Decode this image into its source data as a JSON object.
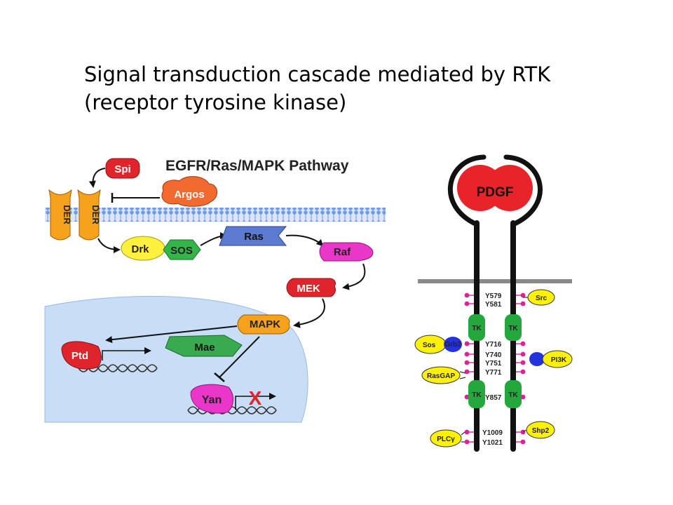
{
  "title": {
    "line1": "Signal transduction cascade mediated by RTK",
    "line2": "(receptor tyrosine kinase)"
  },
  "left_diagram": {
    "heading": "EGFR/Ras/MAPK Pathway",
    "nodes": {
      "spi": "Spi",
      "argos": "Argos",
      "der": "DER",
      "drk": "Drk",
      "sos": "SOS",
      "ras": "Ras",
      "raf": "Raf",
      "mek": "MEK",
      "mapk": "MAPK",
      "mae": "Mae",
      "ptd": "Ptd",
      "yan": "Yan"
    },
    "block_mark": "X",
    "colors": {
      "red": "#e0242b",
      "orange": "#f6a21d",
      "yellow": "#fff13d",
      "green": "#33b54a",
      "blue": "#5a7bd0",
      "magenta": "#ea36c9",
      "nucleus": "#c6dcf5",
      "membrane": "#6e9be6"
    }
  },
  "right_diagram": {
    "ligand": "PDGF",
    "kinase_label": "TK",
    "sites": {
      "y579": "Y579",
      "y581": "Y581",
      "y716": "Y716",
      "y740": "Y740",
      "y751": "Y751",
      "y771": "Y771",
      "y857": "Y857",
      "y1009": "Y1009",
      "y1021": "Y1021"
    },
    "adaptors": {
      "src": "Src",
      "sos": "Sos",
      "grb2": "Grb2",
      "pi3k": "PI3K",
      "rasgap": "RasGAP",
      "shp2": "Shp2",
      "plcg": "PLCγ"
    },
    "colors": {
      "ligand": "#e8242a",
      "receptor": "#111111",
      "membrane": "#8a8a8a",
      "kinase": "#22a83c",
      "phospho": "#e0209a",
      "adaptor": "#fff200",
      "grb2": "#2233dd"
    }
  }
}
